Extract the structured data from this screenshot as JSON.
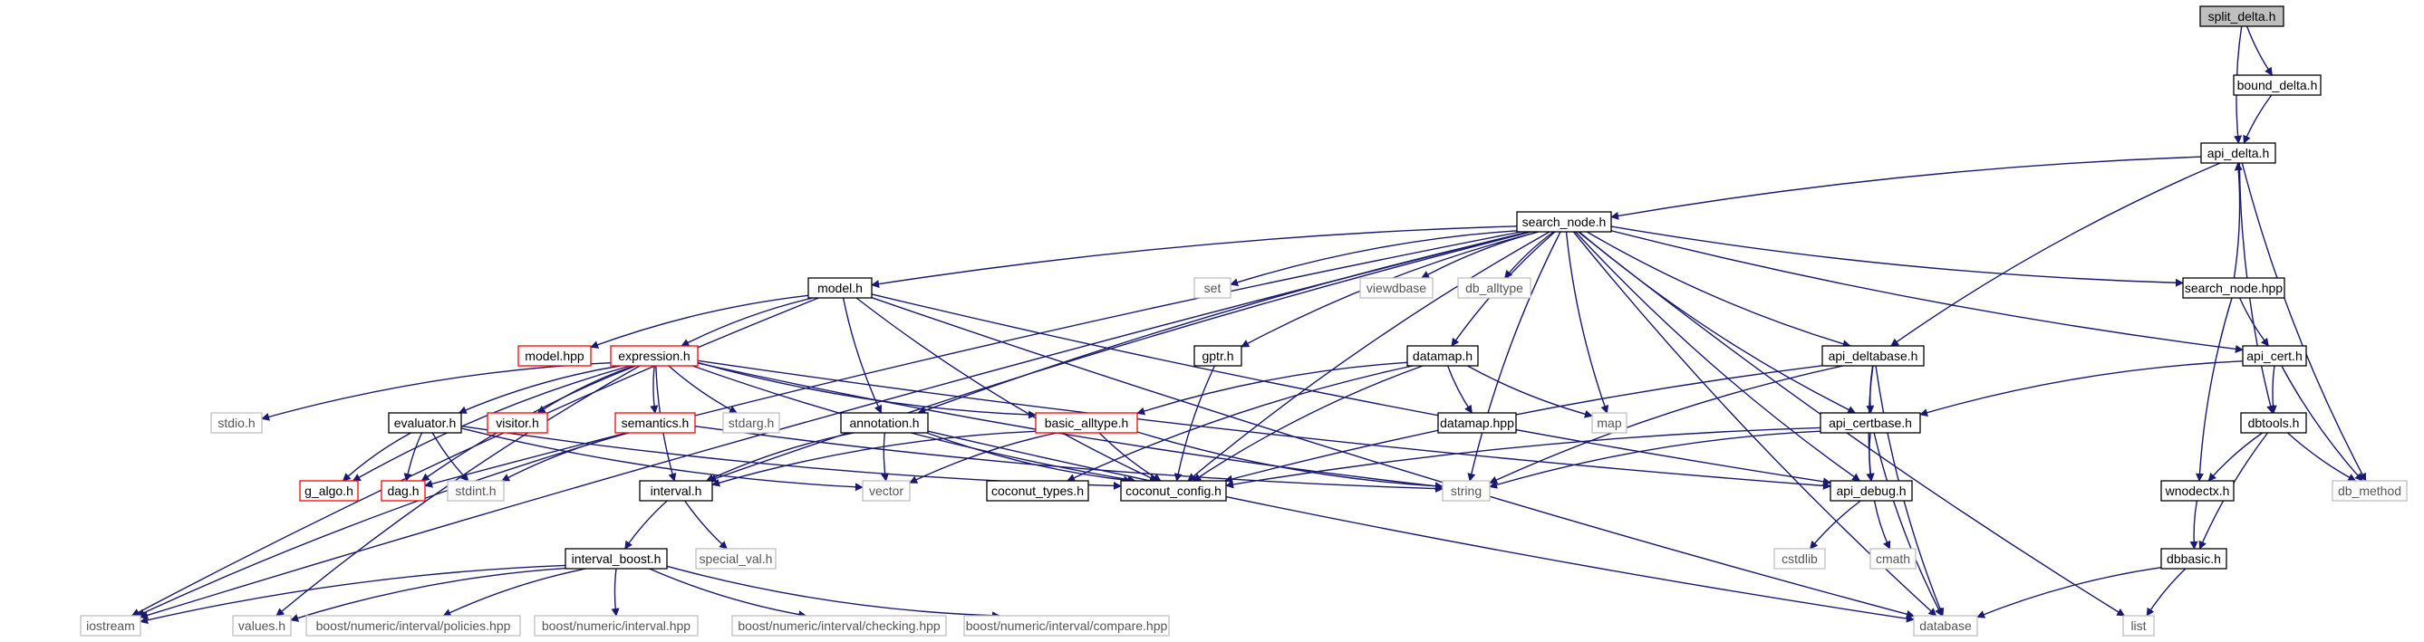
{
  "title": "split_delta.h",
  "colors": {
    "edge": "#191970",
    "node_border": "#000000",
    "external_border": "#bfbfbf",
    "truncated_border": "#ff0000",
    "root_fill": "#bfbfbf",
    "node_fill": "#ffffff"
  },
  "nodes": [
    {
      "id": "split_delta_h",
      "label": "split_delta.h",
      "kind": "root"
    },
    {
      "id": "bound_delta_h",
      "label": "bound_delta.h",
      "kind": "normal"
    },
    {
      "id": "api_delta_h",
      "label": "api_delta.h",
      "kind": "normal"
    },
    {
      "id": "search_node_h",
      "label": "search_node.h",
      "kind": "normal"
    },
    {
      "id": "model_h",
      "label": "model.h",
      "kind": "normal"
    },
    {
      "id": "set",
      "label": "set",
      "kind": "external"
    },
    {
      "id": "viewdbase",
      "label": "viewdbase",
      "kind": "external"
    },
    {
      "id": "db_alltype",
      "label": "db_alltype",
      "kind": "external"
    },
    {
      "id": "search_node_hpp",
      "label": "search_node.hpp",
      "kind": "normal"
    },
    {
      "id": "gptr_h",
      "label": "gptr.h",
      "kind": "normal"
    },
    {
      "id": "datamap_h",
      "label": "datamap.h",
      "kind": "normal"
    },
    {
      "id": "api_deltabase_h",
      "label": "api_deltabase.h",
      "kind": "normal"
    },
    {
      "id": "api_cert_h",
      "label": "api_cert.h",
      "kind": "normal"
    },
    {
      "id": "model_hpp",
      "label": "model.hpp",
      "kind": "truncated"
    },
    {
      "id": "expression_h",
      "label": "expression.h",
      "kind": "truncated"
    },
    {
      "id": "stdio_h",
      "label": "stdio.h",
      "kind": "external"
    },
    {
      "id": "evaluator_h",
      "label": "evaluator.h",
      "kind": "normal"
    },
    {
      "id": "visitor_h",
      "label": "visitor.h",
      "kind": "truncated"
    },
    {
      "id": "semantics_h",
      "label": "semantics.h",
      "kind": "truncated"
    },
    {
      "id": "stdarg_h",
      "label": "stdarg.h",
      "kind": "external"
    },
    {
      "id": "annotation_h",
      "label": "annotation.h",
      "kind": "normal"
    },
    {
      "id": "basic_alltype_h",
      "label": "basic_alltype.h",
      "kind": "truncated"
    },
    {
      "id": "datamap_hpp",
      "label": "datamap.hpp",
      "kind": "normal"
    },
    {
      "id": "map",
      "label": "map",
      "kind": "external"
    },
    {
      "id": "api_certbase_h",
      "label": "api_certbase.h",
      "kind": "normal"
    },
    {
      "id": "dbtools_h",
      "label": "dbtools.h",
      "kind": "normal"
    },
    {
      "id": "g_algo_h",
      "label": "g_algo.h",
      "kind": "truncated"
    },
    {
      "id": "dag_h",
      "label": "dag.h",
      "kind": "truncated"
    },
    {
      "id": "stdint_h",
      "label": "stdint.h",
      "kind": "external"
    },
    {
      "id": "interval_h",
      "label": "interval.h",
      "kind": "normal"
    },
    {
      "id": "vector",
      "label": "vector",
      "kind": "external"
    },
    {
      "id": "coconut_types_h",
      "label": "coconut_types.h",
      "kind": "normal"
    },
    {
      "id": "coconut_config_h",
      "label": "coconut_config.h",
      "kind": "normal"
    },
    {
      "id": "string",
      "label": "string",
      "kind": "external"
    },
    {
      "id": "api_debug_h",
      "label": "api_debug.h",
      "kind": "normal"
    },
    {
      "id": "wnodectx_h",
      "label": "wnodectx.h",
      "kind": "normal"
    },
    {
      "id": "db_method",
      "label": "db_method",
      "kind": "external"
    },
    {
      "id": "interval_boost_h",
      "label": "interval_boost.h",
      "kind": "normal"
    },
    {
      "id": "special_val_h",
      "label": "special_val.h",
      "kind": "external"
    },
    {
      "id": "cstdlib",
      "label": "cstdlib",
      "kind": "external"
    },
    {
      "id": "cmath",
      "label": "cmath",
      "kind": "external"
    },
    {
      "id": "dbbasic_h",
      "label": "dbbasic.h",
      "kind": "normal"
    },
    {
      "id": "iostream",
      "label": "iostream",
      "kind": "external"
    },
    {
      "id": "values_h",
      "label": "values.h",
      "kind": "external"
    },
    {
      "id": "policies_hpp",
      "label": "boost/numeric/interval/policies.hpp",
      "kind": "external"
    },
    {
      "id": "interval_hpp",
      "label": "boost/numeric/interval.hpp",
      "kind": "external"
    },
    {
      "id": "checking_hpp",
      "label": "boost/numeric/interval/checking.hpp",
      "kind": "external"
    },
    {
      "id": "compare_hpp",
      "label": "boost/numeric/interval/compare.hpp",
      "kind": "external"
    },
    {
      "id": "database",
      "label": "database",
      "kind": "external"
    },
    {
      "id": "list",
      "label": "list",
      "kind": "external"
    }
  ],
  "edges": [
    [
      "split_delta_h",
      "bound_delta_h"
    ],
    [
      "split_delta_h",
      "api_delta_h"
    ],
    [
      "bound_delta_h",
      "api_delta_h"
    ],
    [
      "api_delta_h",
      "search_node_h"
    ],
    [
      "api_delta_h",
      "api_deltabase_h"
    ],
    [
      "api_delta_h",
      "dbtools_h"
    ],
    [
      "api_delta_h",
      "db_method"
    ],
    [
      "search_node_h",
      "model_h"
    ],
    [
      "search_node_h",
      "set"
    ],
    [
      "search_node_h",
      "viewdbase"
    ],
    [
      "search_node_h",
      "db_alltype"
    ],
    [
      "search_node_h",
      "search_node_hpp"
    ],
    [
      "search_node_h",
      "gptr_h"
    ],
    [
      "search_node_h",
      "datamap_h"
    ],
    [
      "search_node_h",
      "api_deltabase_h"
    ],
    [
      "search_node_h",
      "api_cert_h"
    ],
    [
      "search_node_h",
      "iostream"
    ],
    [
      "search_node_h",
      "dag_h"
    ],
    [
      "search_node_h",
      "interval_h"
    ],
    [
      "search_node_h",
      "annotation_h"
    ],
    [
      "search_node_h",
      "coconut_config_h"
    ],
    [
      "search_node_h",
      "map"
    ],
    [
      "search_node_h",
      "string"
    ],
    [
      "search_node_h",
      "api_certbase_h"
    ],
    [
      "search_node_h",
      "api_debug_h"
    ],
    [
      "search_node_h",
      "database"
    ],
    [
      "search_node_h",
      "list"
    ],
    [
      "model_h",
      "model_hpp"
    ],
    [
      "model_h",
      "expression_h"
    ],
    [
      "model_h",
      "annotation_h"
    ],
    [
      "model_h",
      "coconut_config_h"
    ],
    [
      "model_h",
      "api_debug_h"
    ],
    [
      "model_h",
      "iostream"
    ],
    [
      "model_h",
      "database"
    ],
    [
      "search_node_hpp",
      "api_cert_h"
    ],
    [
      "search_node_hpp",
      "wnodectx_h"
    ],
    [
      "search_node_hpp",
      "api_delta_h"
    ],
    [
      "gptr_h",
      "coconut_config_h"
    ],
    [
      "datamap_h",
      "datamap_hpp"
    ],
    [
      "datamap_h",
      "map"
    ],
    [
      "datamap_h",
      "basic_alltype_h"
    ],
    [
      "datamap_h",
      "coconut_types_h"
    ],
    [
      "datamap_h",
      "coconut_config_h"
    ],
    [
      "api_deltabase_h",
      "api_certbase_h"
    ],
    [
      "api_deltabase_h",
      "api_debug_h"
    ],
    [
      "api_deltabase_h",
      "coconut_config_h"
    ],
    [
      "api_deltabase_h",
      "string"
    ],
    [
      "api_deltabase_h",
      "database"
    ],
    [
      "api_cert_h",
      "api_certbase_h"
    ],
    [
      "api_cert_h",
      "dbtools_h"
    ],
    [
      "api_cert_h",
      "db_method"
    ],
    [
      "expression_h",
      "stdio_h"
    ],
    [
      "expression_h",
      "evaluator_h"
    ],
    [
      "expression_h",
      "visitor_h"
    ],
    [
      "expression_h",
      "semantics_h"
    ],
    [
      "expression_h",
      "stdarg_h"
    ],
    [
      "expression_h",
      "basic_alltype_h"
    ],
    [
      "expression_h",
      "g_algo_h"
    ],
    [
      "expression_h",
      "dag_h"
    ],
    [
      "expression_h",
      "interval_h"
    ],
    [
      "expression_h",
      "values_h"
    ],
    [
      "expression_h",
      "coconut_config_h"
    ],
    [
      "expression_h",
      "string"
    ],
    [
      "expression_h",
      "api_debug_h"
    ],
    [
      "evaluator_h",
      "g_algo_h"
    ],
    [
      "evaluator_h",
      "dag_h"
    ],
    [
      "evaluator_h",
      "stdint_h"
    ],
    [
      "evaluator_h",
      "vector"
    ],
    [
      "evaluator_h",
      "coconut_config_h"
    ],
    [
      "semantics_h",
      "stdint_h"
    ],
    [
      "semantics_h",
      "iostream"
    ],
    [
      "semantics_h",
      "string"
    ],
    [
      "annotation_h",
      "vector"
    ],
    [
      "annotation_h",
      "interval_h"
    ],
    [
      "annotation_h",
      "coconut_config_h"
    ],
    [
      "annotation_h",
      "database"
    ],
    [
      "basic_alltype_h",
      "vector"
    ],
    [
      "basic_alltype_h",
      "interval_h"
    ],
    [
      "basic_alltype_h",
      "coconut_config_h"
    ],
    [
      "basic_alltype_h",
      "string"
    ],
    [
      "api_certbase_h",
      "api_debug_h"
    ],
    [
      "api_certbase_h",
      "coconut_config_h"
    ],
    [
      "api_certbase_h",
      "string"
    ],
    [
      "api_certbase_h",
      "database"
    ],
    [
      "dbtools_h",
      "wnodectx_h"
    ],
    [
      "dbtools_h",
      "db_method"
    ],
    [
      "dbtools_h",
      "dbbasic_h"
    ],
    [
      "interval_h",
      "interval_boost_h"
    ],
    [
      "interval_h",
      "special_val_h"
    ],
    [
      "api_debug_h",
      "cstdlib"
    ],
    [
      "api_debug_h",
      "cmath"
    ],
    [
      "wnodectx_h",
      "dbbasic_h"
    ],
    [
      "interval_boost_h",
      "iostream"
    ],
    [
      "interval_boost_h",
      "values_h"
    ],
    [
      "interval_boost_h",
      "policies_hpp"
    ],
    [
      "interval_boost_h",
      "interval_hpp"
    ],
    [
      "interval_boost_h",
      "checking_hpp"
    ],
    [
      "interval_boost_h",
      "compare_hpp"
    ],
    [
      "dbbasic_h",
      "database"
    ],
    [
      "dbbasic_h",
      "list"
    ]
  ]
}
